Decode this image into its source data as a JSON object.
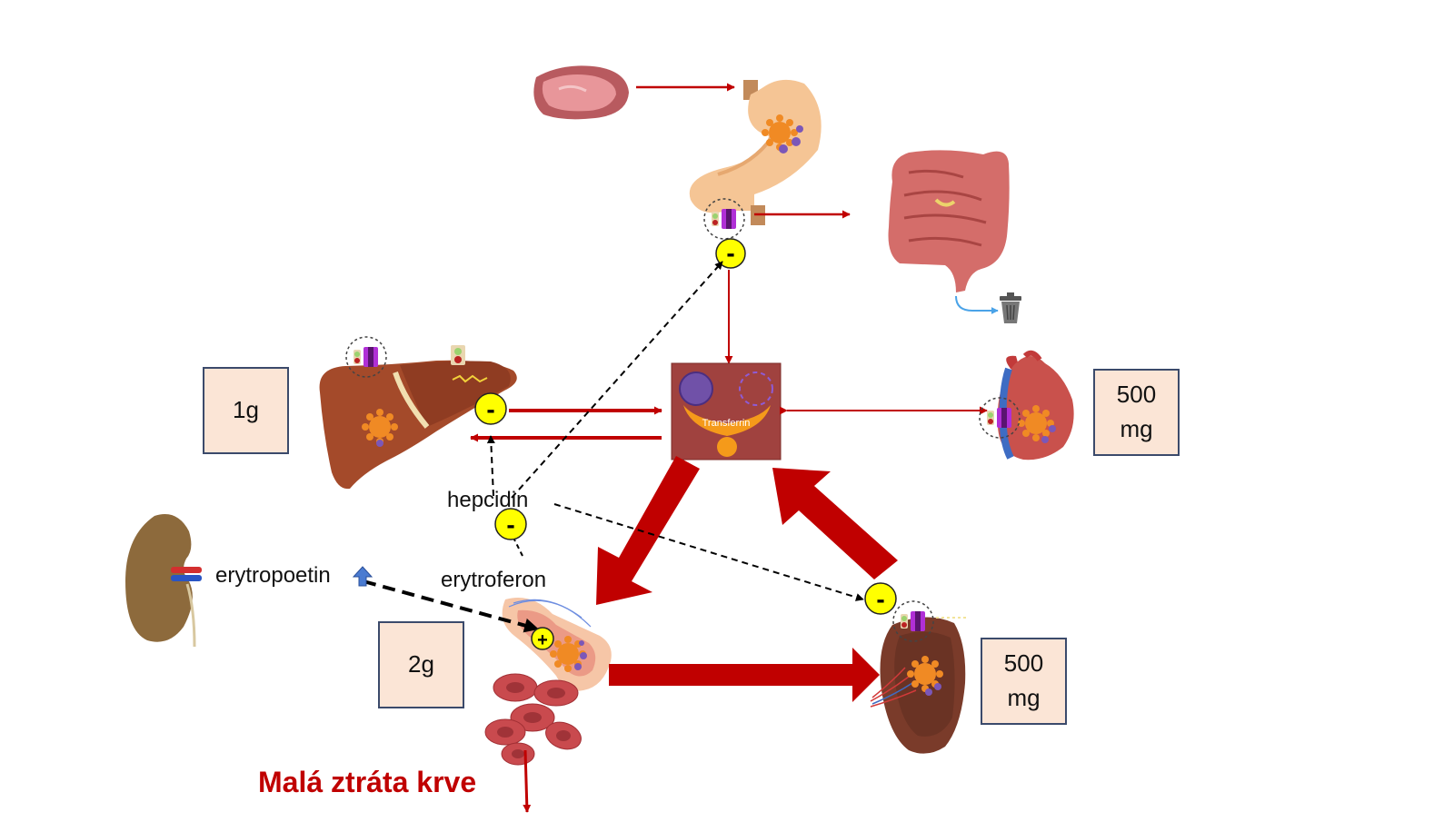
{
  "colors": {
    "arrow_red": "#c00000",
    "box_fill": "#fbe5d6",
    "box_border": "#3b4a6b",
    "inhibit_yellow": "#ffff00",
    "transferrin_fill": "#a0423f",
    "transferrin_orange": "#f59a1a",
    "loss_text": "#c00000"
  },
  "boxes": {
    "liver_store": "1g",
    "marrow_store": "2g",
    "heart_store_line1": "500",
    "heart_store_line2": "mg",
    "spleen_store_line1": "500",
    "spleen_store_line2": "mg"
  },
  "labels": {
    "hepcidin": "hepcidin",
    "erytroferon": "erytroferon",
    "erytropoetin": "erytropoetin",
    "transferrin": "Transferrin",
    "blood_loss": "Malá ztráta krve"
  },
  "signs": {
    "minus": "-",
    "plus": "+"
  },
  "icons": [
    "meat-icon",
    "stomach-icon",
    "intestine-icon",
    "trash-icon",
    "liver-icon",
    "kidney-icon",
    "heart-icon",
    "spleen-icon",
    "bone-marrow-icon",
    "red-blood-cells-icon",
    "ferroportin-icon",
    "macrophage-icon",
    "up-arrow-icon"
  ]
}
